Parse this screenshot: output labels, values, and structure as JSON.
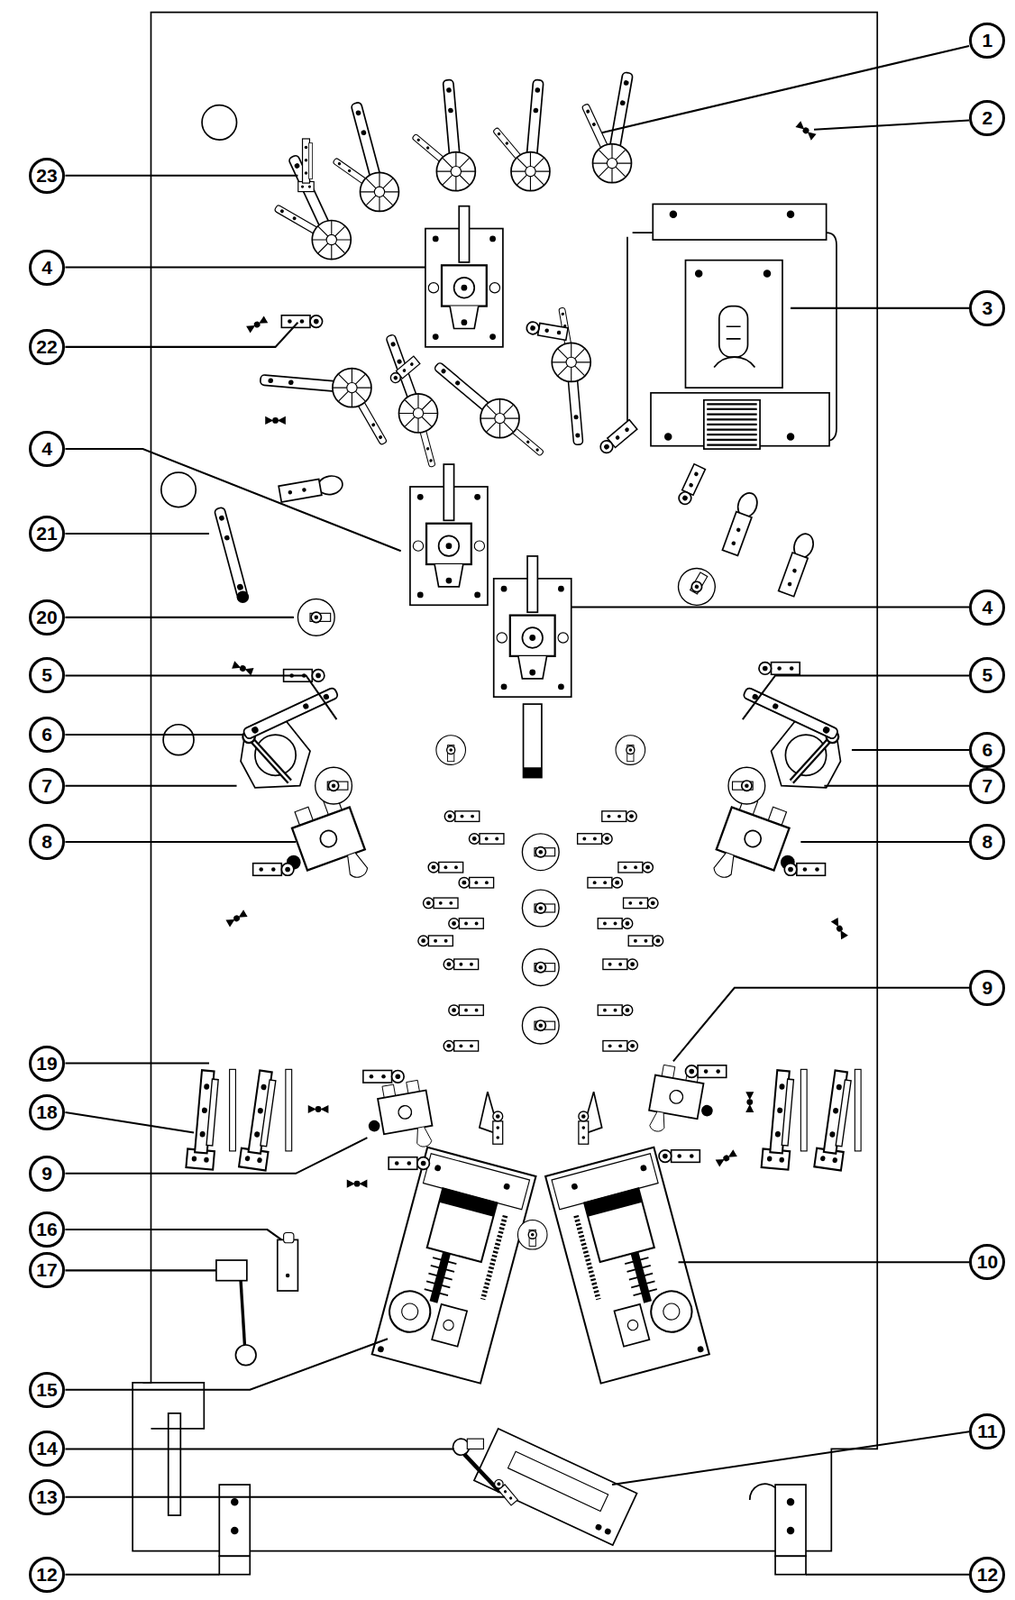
{
  "diagram": {
    "labels": [
      "1",
      "2",
      "23",
      "4",
      "3",
      "22",
      "4",
      "21",
      "4",
      "20",
      "5",
      "5",
      "6",
      "6",
      "7",
      "7",
      "8",
      "8",
      "9",
      "19",
      "18",
      "9",
      "16",
      "10",
      "17",
      "15",
      "11",
      "14",
      "13",
      "12",
      "12"
    ]
  }
}
